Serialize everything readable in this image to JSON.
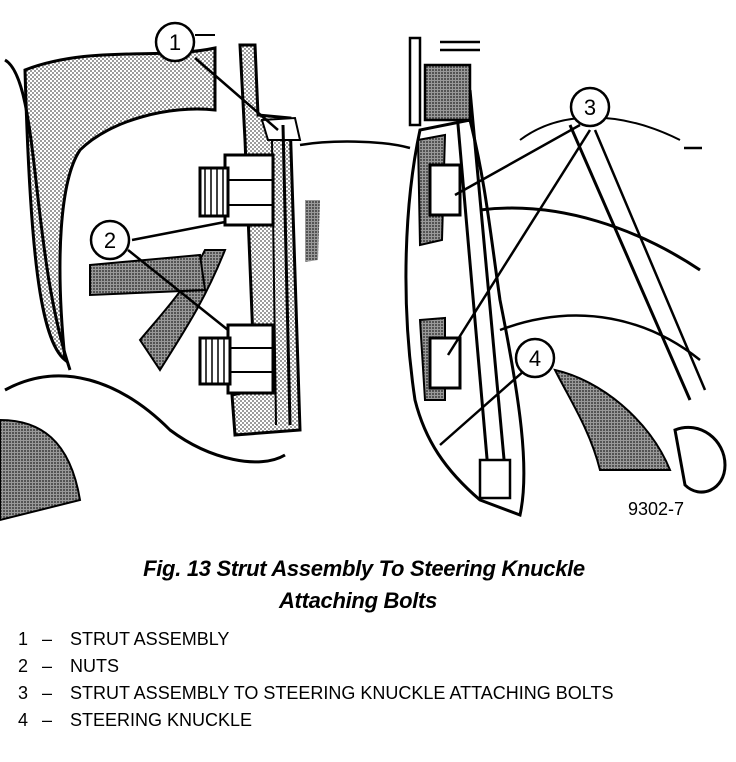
{
  "figure": {
    "callouts": [
      "1",
      "2",
      "3",
      "4"
    ],
    "figure_id": "9302-7"
  },
  "caption": {
    "line1": "Fig. 13 Strut Assembly To Steering Knuckle",
    "line2": "Attaching Bolts"
  },
  "legend": [
    {
      "num": "1",
      "dash": "–",
      "text": "STRUT ASSEMBLY"
    },
    {
      "num": "2",
      "dash": "–",
      "text": "NUTS"
    },
    {
      "num": "3",
      "dash": "–",
      "text": "STRUT ASSEMBLY TO STEERING KNUCKLE ATTACHING BOLTS"
    },
    {
      "num": "4",
      "dash": "–",
      "text": "STEERING KNUCKLE"
    }
  ]
}
